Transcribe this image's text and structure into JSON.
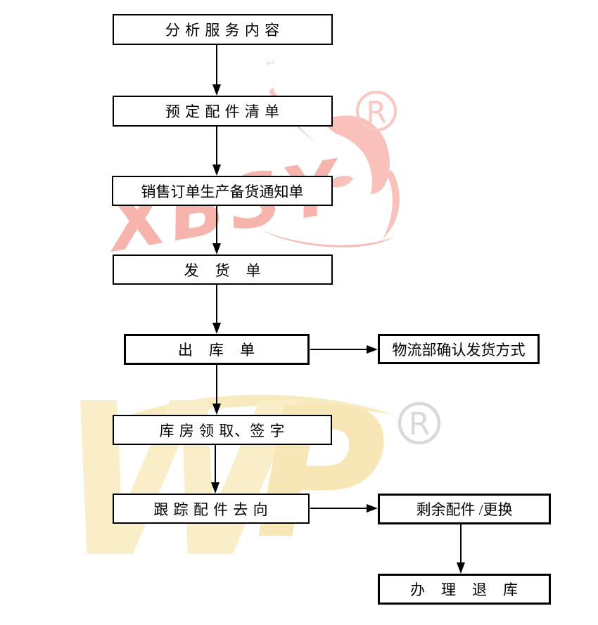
{
  "flowchart": {
    "nodes": [
      {
        "id": "analyze-service-content",
        "label": "分 析 服 务 内 容"
      },
      {
        "id": "reserve-parts-list",
        "label": "预 定 配 件 清 单"
      },
      {
        "id": "sales-order-stocking-notice",
        "label": "销售订单生产备货通知单"
      },
      {
        "id": "delivery-note",
        "label": "发　货　单"
      },
      {
        "id": "outbound-order",
        "label": "出　库　单"
      },
      {
        "id": "logistics-confirm-shipping",
        "label": "物流部确认发货方式"
      },
      {
        "id": "warehouse-pickup-sign",
        "label": "库 房 领 取、签 字"
      },
      {
        "id": "track-parts-destination",
        "label": "跟 踪 配 件 去 向"
      },
      {
        "id": "remaining-parts-replacement",
        "label": "剩余配件 /更换"
      },
      {
        "id": "handle-return-to-warehouse",
        "label": "办　理　退　库"
      }
    ],
    "edges": [
      {
        "from": "analyze-service-content",
        "to": "reserve-parts-list"
      },
      {
        "from": "reserve-parts-list",
        "to": "sales-order-stocking-notice"
      },
      {
        "from": "sales-order-stocking-notice",
        "to": "delivery-note"
      },
      {
        "from": "delivery-note",
        "to": "outbound-order"
      },
      {
        "from": "outbound-order",
        "to": "logistics-confirm-shipping"
      },
      {
        "from": "outbound-order",
        "to": "warehouse-pickup-sign"
      },
      {
        "from": "warehouse-pickup-sign",
        "to": "track-parts-destination"
      },
      {
        "from": "track-parts-destination",
        "to": "remaining-parts-replacement"
      },
      {
        "from": "remaining-parts-replacement",
        "to": "handle-return-to-warehouse"
      }
    ]
  },
  "watermarks": {
    "red_logo": {
      "text": "XBSY",
      "registered": "R",
      "color": "#f7b4ac",
      "ring_color": "#f9c6c0"
    },
    "yellow_logo": {
      "letter_w": "W",
      "letter_p": "P",
      "color": "#faeec8"
    },
    "gray_registered": {
      "text": "R",
      "color": "#d9d9d9"
    }
  },
  "decorations": {
    "return_mark": "↵"
  },
  "colors": {
    "line": "#000000",
    "box_border": "#000000",
    "background": "#ffffff"
  }
}
